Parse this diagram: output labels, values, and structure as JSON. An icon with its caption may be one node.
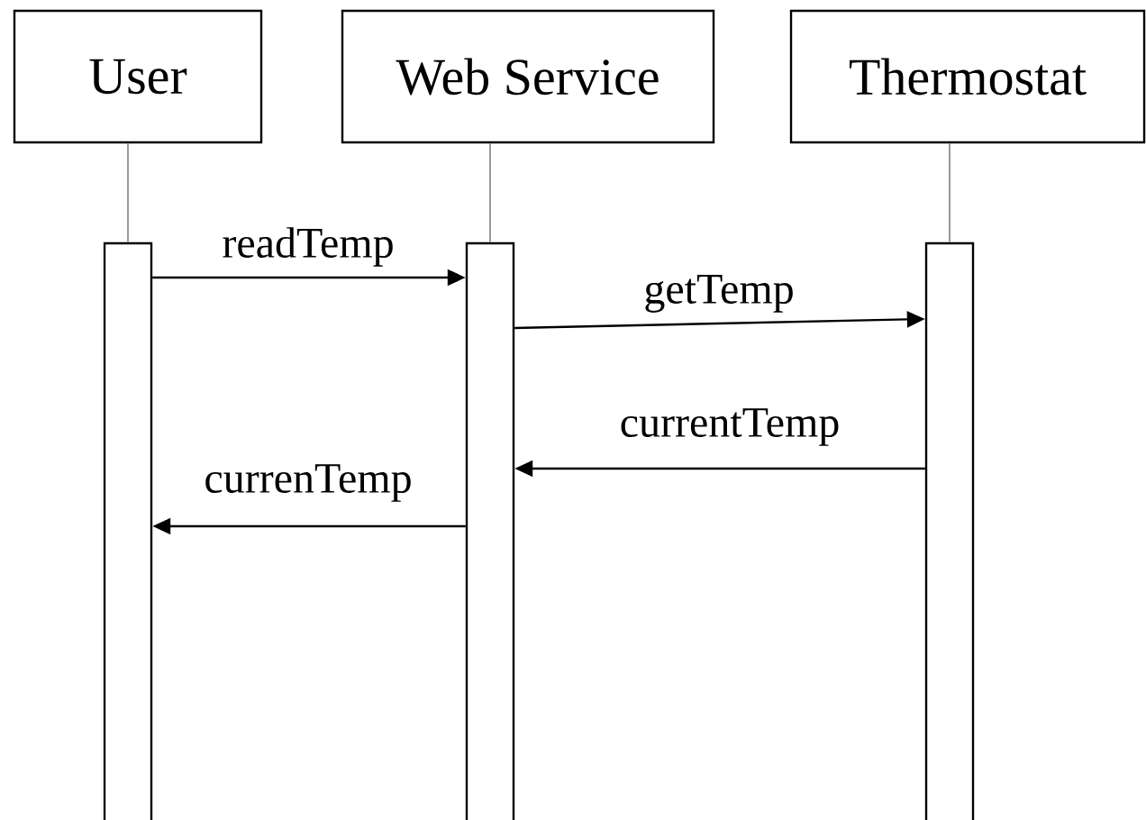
{
  "diagram": {
    "nodes": [
      {
        "text": [
          "User"
        ]
      },
      {
        "text": [
          "Web Service"
        ]
      },
      {
        "text": [
          "Thermostat"
        ]
      },
      {
        "text": [],
        "shape": "bar"
      },
      {
        "text": [],
        "shape": "bar"
      },
      {
        "text": [],
        "shape": "bar"
      }
    ],
    "edges": [
      {
        "from": 0,
        "to": 3,
        "arrow": "none",
        "color": "#808080"
      },
      {
        "from": 1,
        "to": 4,
        "arrow": "none",
        "color": "#808080"
      },
      {
        "from": 2,
        "to": 5,
        "arrow": "none",
        "color": "#808080"
      },
      {
        "from": 3,
        "to": 4,
        "arrow": "to",
        "label": "readTemp"
      },
      {
        "from": 4,
        "to": 5,
        "arrow": "to",
        "label": "getTemp"
      },
      {
        "from": 5,
        "to": 4,
        "arrow": "to",
        "label": "currentTemp"
      },
      {
        "from": 4,
        "to": 3,
        "arrow": "to",
        "label": "currenTemp"
      }
    ]
  }
}
